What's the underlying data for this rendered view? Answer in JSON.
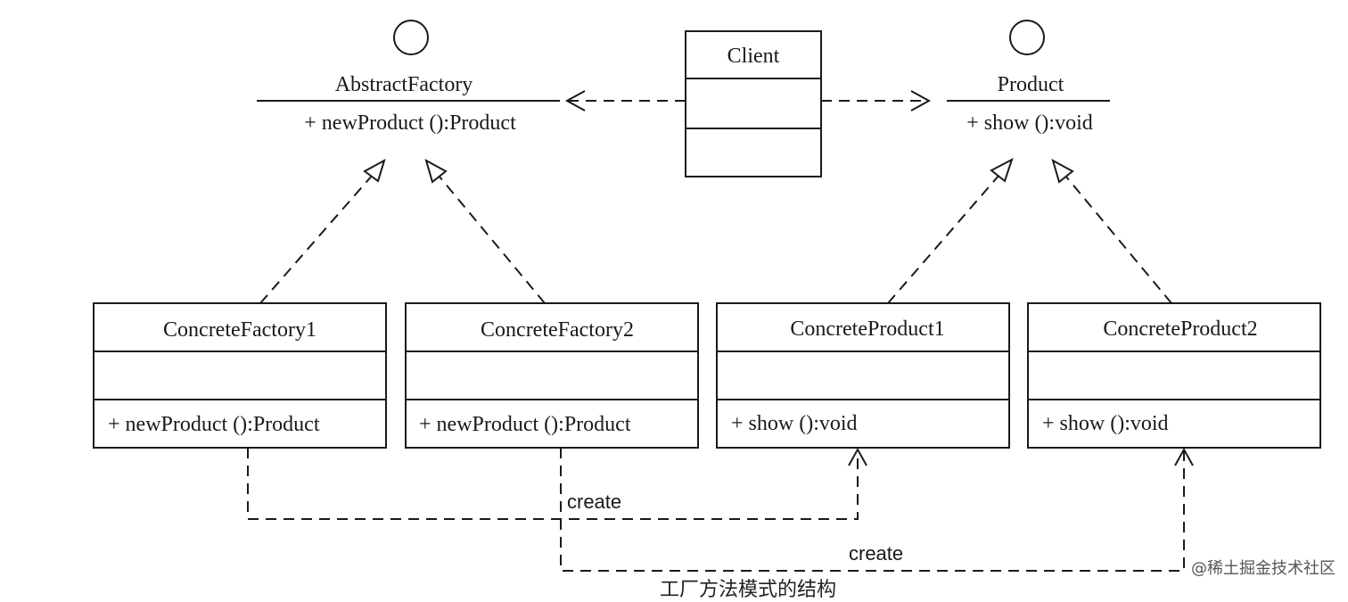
{
  "interfaces": {
    "abstract_factory": {
      "name": "AbstractFactory",
      "method": "+ newProduct ():Product"
    },
    "product": {
      "name": "Product",
      "method": "+ show ():void"
    }
  },
  "client": {
    "name": "Client"
  },
  "classes": {
    "concrete_factory_1": {
      "name": "ConcreteFactory1",
      "method": "+ newProduct ():Product"
    },
    "concrete_factory_2": {
      "name": "ConcreteFactory2",
      "method": "+ newProduct ():Product"
    },
    "concrete_product_1": {
      "name": "ConcreteProduct1",
      "method": "+ show ():void"
    },
    "concrete_product_2": {
      "name": "ConcreteProduct2",
      "method": "+ show ():void"
    }
  },
  "relations": {
    "create_1": "create",
    "create_2": "create"
  },
  "watermark": "@稀土掘金技术社区",
  "caption": "工厂方法模式的结构"
}
